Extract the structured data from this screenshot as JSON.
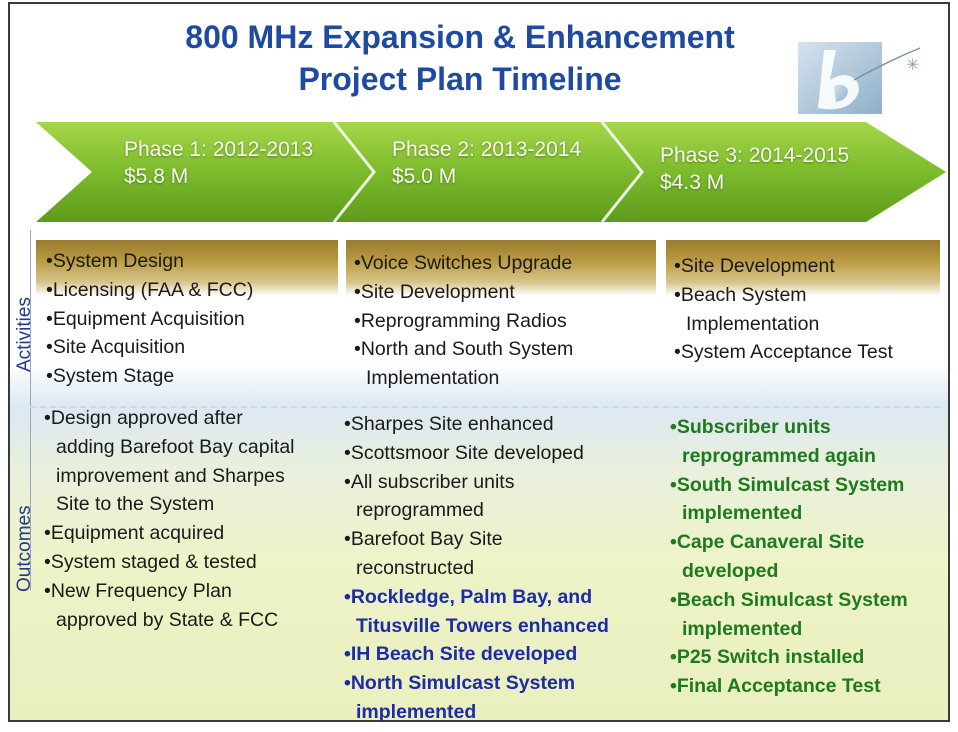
{
  "title": {
    "line1": "800 MHz Expansion & Enhancement",
    "line2": "Project Plan Timeline"
  },
  "logo": {
    "icon": "b-logo-icon"
  },
  "phases": [
    {
      "label": "Phase 1: 2012-2013",
      "budget": "$5.8 M"
    },
    {
      "label": "Phase 2: 2013-2014",
      "budget": "$5.0 M"
    },
    {
      "label": "Phase 3: 2014-2015",
      "budget": "$4.3 M"
    }
  ],
  "side_labels": {
    "activities": "Activities",
    "outcomes": "Outcomes"
  },
  "activities": [
    [
      "•System Design",
      "•Licensing (FAA & FCC)",
      "•Equipment Acquisition",
      "•Site Acquisition",
      "•System Stage"
    ],
    [
      "•Voice Switches Upgrade",
      "•Site Development",
      "•Reprogramming Radios",
      "•North and South System",
      "  Implementation"
    ],
    [
      "•Site Development",
      "•Beach System",
      "  Implementation",
      "•System Acceptance Test"
    ]
  ],
  "outcomes": [
    [
      "•Design approved after",
      "  adding Barefoot Bay capital",
      "  improvement and Sharpes",
      "  Site to the System",
      "•Equipment acquired",
      "•System staged & tested",
      "•New Frequency Plan",
      "  approved by State & FCC"
    ],
    [
      "•Sharpes Site enhanced",
      "•Scottsmoor Site developed",
      "•All subscriber units",
      "  reprogrammed",
      "•Barefoot Bay Site",
      "  reconstructed",
      "•Rockledge, Palm Bay, and",
      "  Titusville Towers enhanced",
      "•IH Beach Site developed",
      "•North Simulcast System",
      "  implemented"
    ],
    [
      "•Subscriber units",
      "  reprogrammed again",
      "•South Simulcast System",
      "  implemented",
      "•Cape Canaveral Site",
      "  developed",
      "•Beach Simulcast System",
      "  implemented",
      "•P25 Switch installed",
      "•Final Acceptance Test"
    ]
  ],
  "colors": {
    "title": "#1e4aa0",
    "arrow": "#7cbb2c",
    "highlight_blue": "#1c2ca8",
    "highlight_green": "#1e7a1e"
  }
}
